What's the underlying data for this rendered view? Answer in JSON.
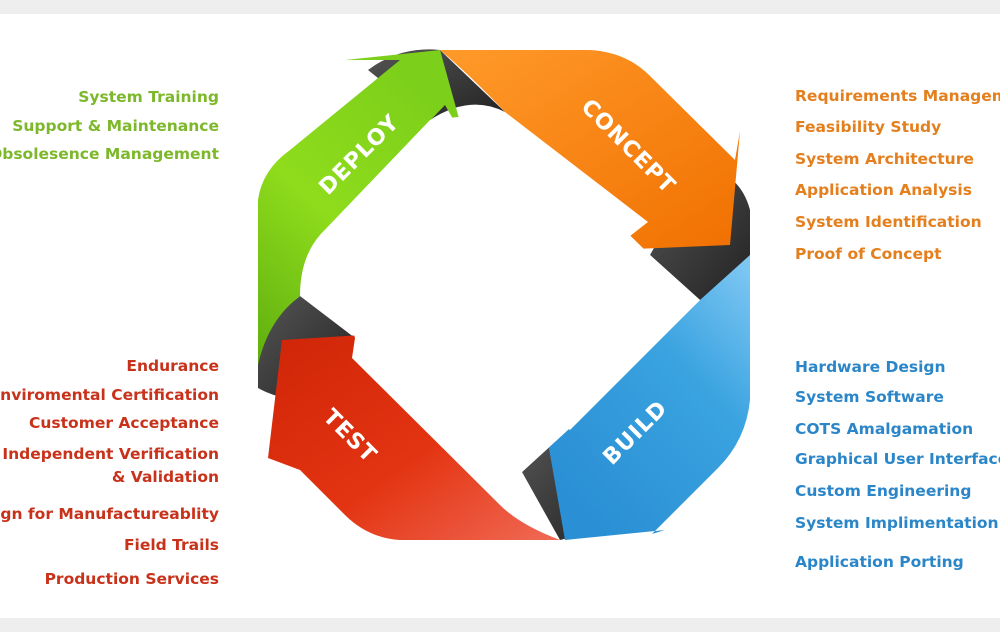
{
  "colors": {
    "deploy": "#7ccf1a",
    "concept": "#f57c00",
    "build": "#3aa3e0",
    "test": "#d92c0c",
    "band": "#3a3a3a",
    "deploy_text": "#7cb82a",
    "concept_text": "#e47f1e",
    "build_text": "#2a86c8",
    "test_text": "#c8321a"
  },
  "stages": {
    "deploy": {
      "label": "DEPLOY",
      "items": [
        "System Training",
        "Support & Maintenance",
        "Obsolesence Management"
      ]
    },
    "concept": {
      "label": "CONCEPT",
      "items": [
        "Requirements Management",
        "Feasibility Study",
        "System Architecture",
        "Application Analysis",
        "System Identification",
        "Proof of Concept"
      ]
    },
    "build": {
      "label": "BUILD",
      "items": [
        "Hardware Design",
        "System Software",
        "COTS Amalgamation",
        "Graphical User Interface",
        "Custom Engineering",
        "System Implimentation",
        "Application Porting"
      ]
    },
    "test": {
      "label": "TEST",
      "items": [
        "Endurance",
        "Enviromental Certification",
        "Customer Acceptance",
        "Independent Verification",
        "& Validation",
        "Design for Manufactureablity",
        "Field Trails",
        "Production Services"
      ]
    }
  }
}
